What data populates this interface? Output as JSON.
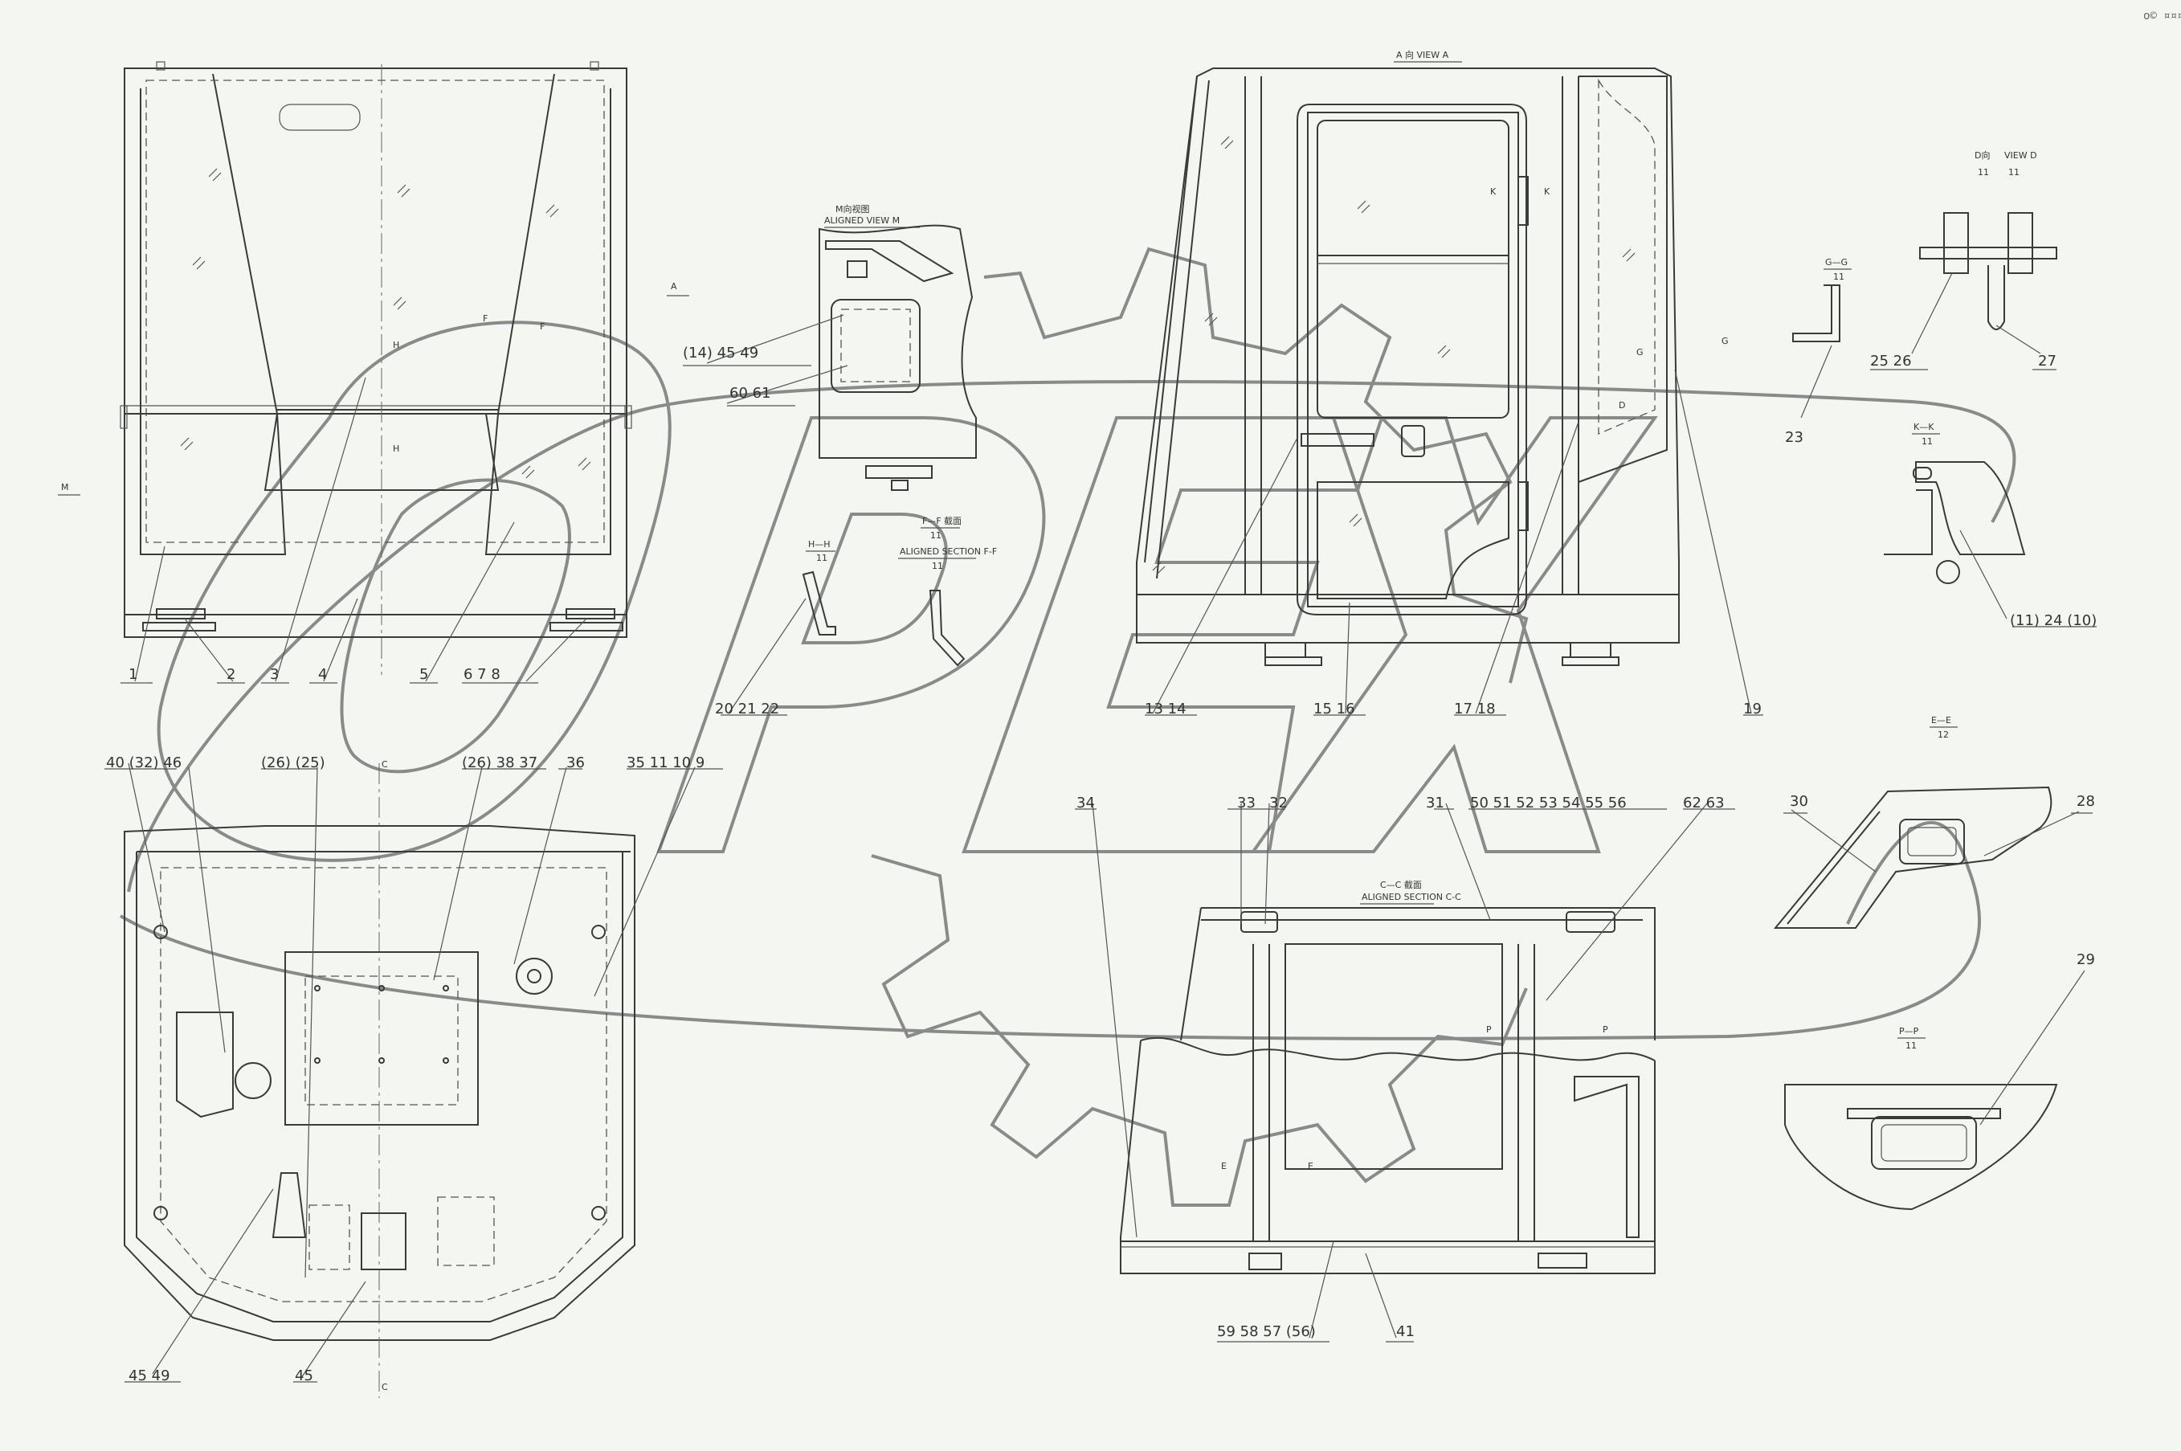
{
  "corner_mark": "o© ¤¤¤",
  "watermark": {
    "word": "OPEX"
  },
  "view_titles": {
    "view_a": "A 向  VIEW A",
    "view_m_cn": "M向视图",
    "view_m_en": "ALIGNED VIEW M",
    "section_ff_cn": "F—F 截面",
    "section_ff_num": "11",
    "section_ff_en": "ALIGNED SECTION F-F",
    "section_ff_num2": "11",
    "section_hh": "H—H",
    "section_hh_num": "11",
    "section_gg": "G—G",
    "section_gg_num": "11",
    "section_kk": "K—K",
    "section_kk_num": "11",
    "view_d_cn": "D向",
    "view_d_en": "VIEW D",
    "view_d_num1": "11",
    "view_d_num2": "11",
    "section_ee": "E—E",
    "section_ee_num": "12",
    "section_cc_cn": "C—C 截面",
    "section_cc_en": "ALIGNED SECTION C-C",
    "section_pp": "P—P",
    "section_pp_num": "11"
  },
  "marks": {
    "m_arrow": "M",
    "a_arrow": "A",
    "h_top": "H",
    "h_bot": "H",
    "f_left": "F",
    "f_right": "F",
    "k_left": "K",
    "k_right": "K",
    "g_left": "G",
    "g_right": "G",
    "d_mark": "D",
    "c_top": "C",
    "c_bot": "C",
    "p_left": "P",
    "p_right": "P",
    "e_left": "E",
    "e_right": "E"
  },
  "callouts": {
    "c1": "1",
    "c2": "2",
    "c3": "3",
    "c4": "4",
    "c5": "5",
    "c6_8": "6   7   8",
    "c13_14": "13   14",
    "c15_16": "15   16",
    "c17_18": "17   18",
    "c19": "19",
    "c20_22": "20   21   22",
    "c14_45_49": "(14)  45  49",
    "c60_61": "60   61",
    "c23": "23",
    "c25_26": "25   26",
    "c27": "27",
    "c11_24_10": "(11)  24  (10)",
    "c40_32_46": "40 (32) 46",
    "c26_25": "(26) (25)",
    "c26_38_37": "(26)  38  37",
    "c36": "36",
    "c35_9": "35   11   10   9",
    "c34": "34",
    "c33": "33",
    "c32": "32",
    "c31": "31",
    "c50_56": "50   51   52   53   54   55   56",
    "c62_63": "62  63",
    "c30": "30",
    "c28": "28",
    "c29": "29",
    "c45_49": "45   49",
    "c45": "45",
    "c59_56": "59   58   57  (56)",
    "c41": "41"
  }
}
